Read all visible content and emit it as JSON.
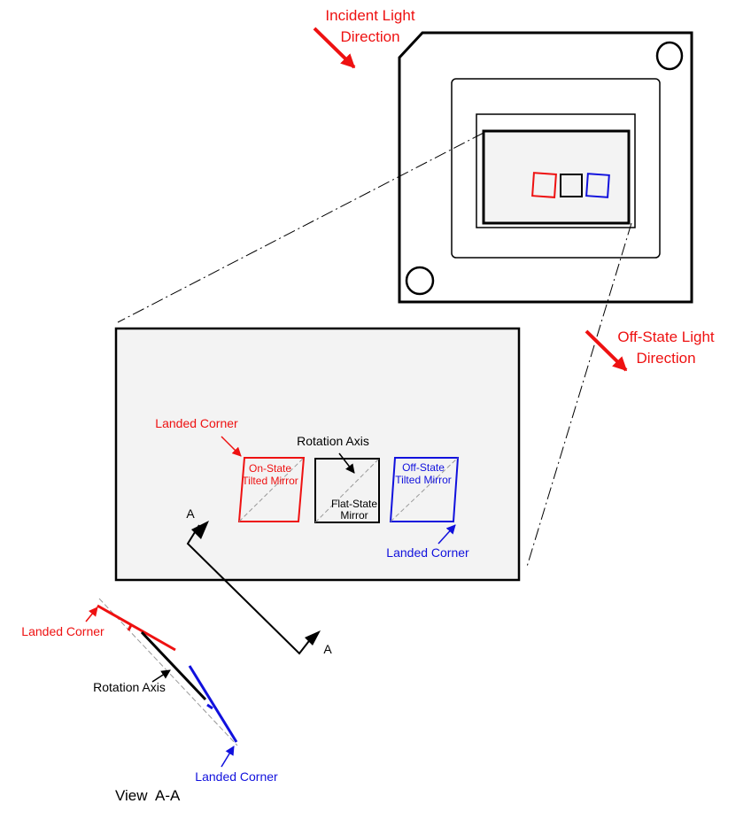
{
  "colors": {
    "red": "#ee1111",
    "blue": "#1111dd",
    "black": "#000000",
    "panel_fill": "#f3f3f3",
    "dash": "#888888"
  },
  "labels": {
    "incident_line1": "Incident Light",
    "incident_line2": "Direction",
    "offstate_line1": "Off-State Light",
    "offstate_line2": "Direction",
    "landed_corner_top": "Landed Corner",
    "rotation_axis": "Rotation Axis",
    "on_state_line1": "On-State",
    "on_state_line2": "Tilted Mirror",
    "flat_state_line1": "Flat-State",
    "flat_state_line2": "Mirror",
    "off_state_line1": "Off-State",
    "off_state_line2": "Tilted Mirror",
    "landed_corner_bottom": "Landed Corner",
    "section_a_upper": "A",
    "section_a_lower": "A",
    "view_landed_corner_top": "Landed Corner",
    "view_rotation_axis": "Rotation Axis",
    "view_landed_corner_bottom": "Landed Corner",
    "view_title": "View  A-A"
  }
}
